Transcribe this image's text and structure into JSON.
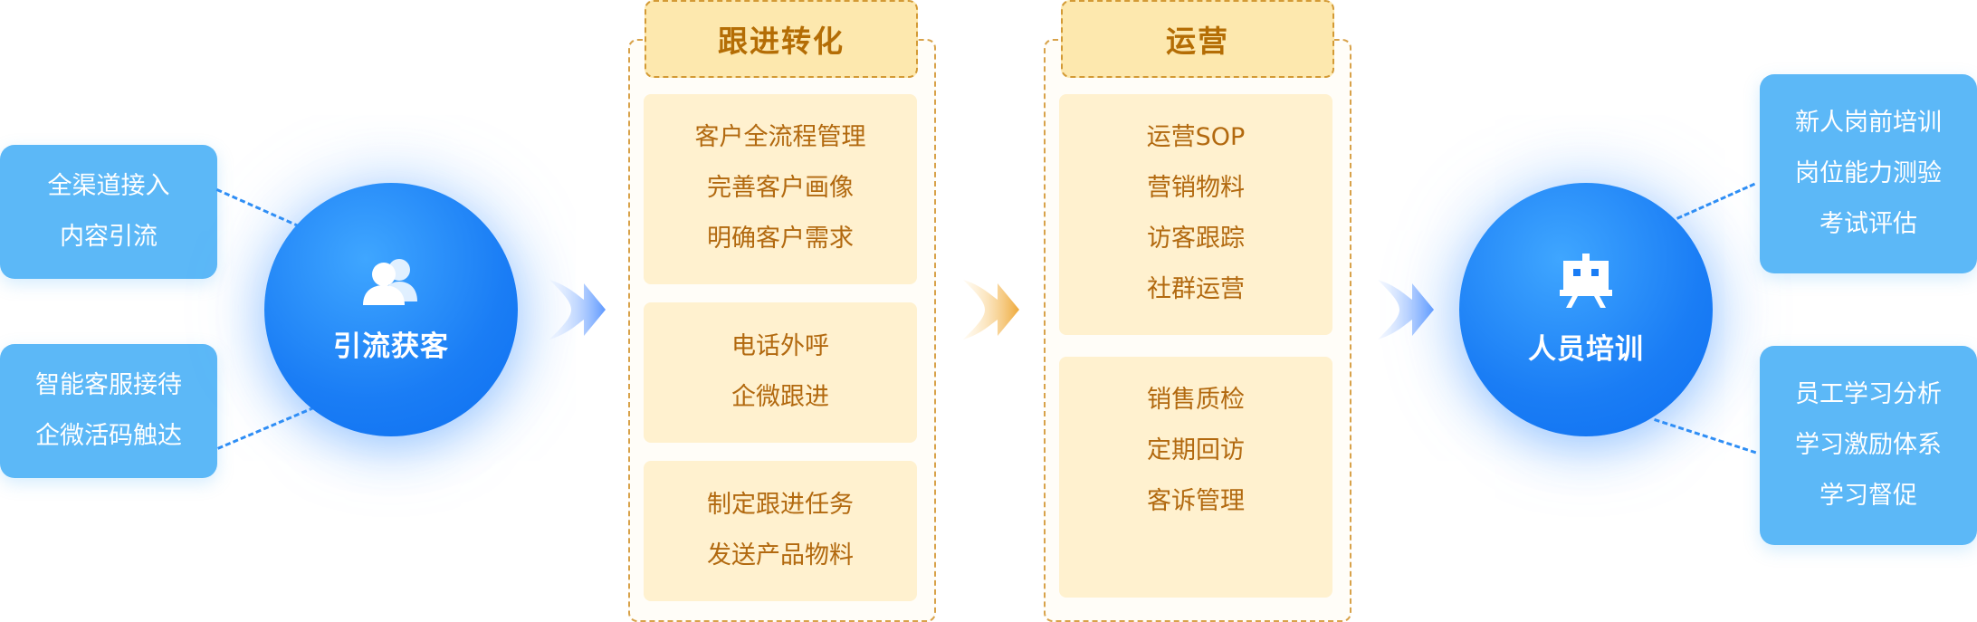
{
  "acquisition": {
    "label": "引流获客",
    "box_top": [
      "全渠道接入",
      "内容引流"
    ],
    "box_bottom": [
      "智能客服接待",
      "企微活码触达"
    ]
  },
  "followup": {
    "title": "跟进转化",
    "card1": [
      "客户全流程管理",
      "完善客户画像",
      "明确客户需求"
    ],
    "card2": [
      "电话外呼",
      "企微跟进"
    ],
    "card3": [
      "制定跟进任务",
      "发送产品物料"
    ]
  },
  "operation": {
    "title": "运营",
    "card1": [
      "运营SOP",
      "营销物料",
      "访客跟踪",
      "社群运营"
    ],
    "card2": [
      "销售质检",
      "定期回访",
      "客诉管理"
    ]
  },
  "training": {
    "label": "人员培训",
    "box_top": [
      "新人岗前培训",
      "岗位能力测验",
      "考试评估"
    ],
    "box_bottom": [
      "员工学习分析",
      "学习激励体系",
      "学习督促"
    ]
  },
  "colors": {
    "blue_box": "#5cb8f7",
    "circle_blue": "#1a7df5",
    "panel_header": "#fde8ae",
    "panel_text": "#b2690f",
    "arrow_blue": "#6fa8ff",
    "arrow_orange": "#f0b24a"
  },
  "icons": {
    "acquisition": "users-icon",
    "training": "presentation-board-icon"
  }
}
